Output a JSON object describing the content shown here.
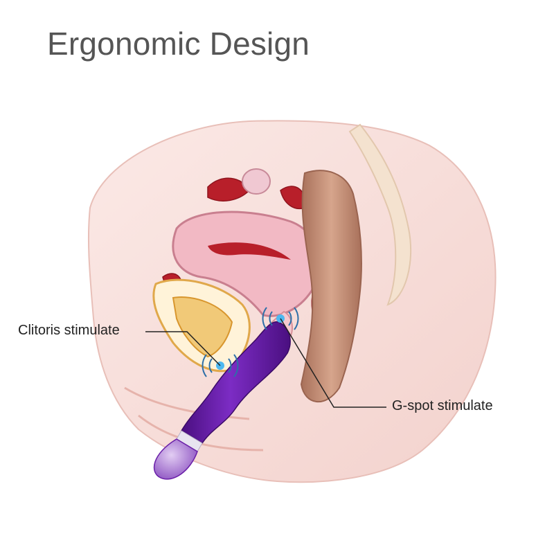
{
  "header": {
    "title": "Ergonomic Design"
  },
  "callouts": [
    {
      "label": "Clitoris stimulate",
      "icon": "vibration-ring-icon"
    },
    {
      "label": "G-spot stimulate",
      "icon": "vibration-ring-icon"
    }
  ],
  "colors": {
    "title_text": "#555555",
    "label_text": "#222222",
    "device_purple": "#6a1fa8",
    "device_tip": "#b48ad6",
    "skin": "#f7dcd8",
    "uterus": "#f2b9c4",
    "bladder": "#f1c978",
    "rectum": "#c9957c",
    "vessels": "#b81f2a",
    "pulse_blue": "#4db8f0"
  }
}
